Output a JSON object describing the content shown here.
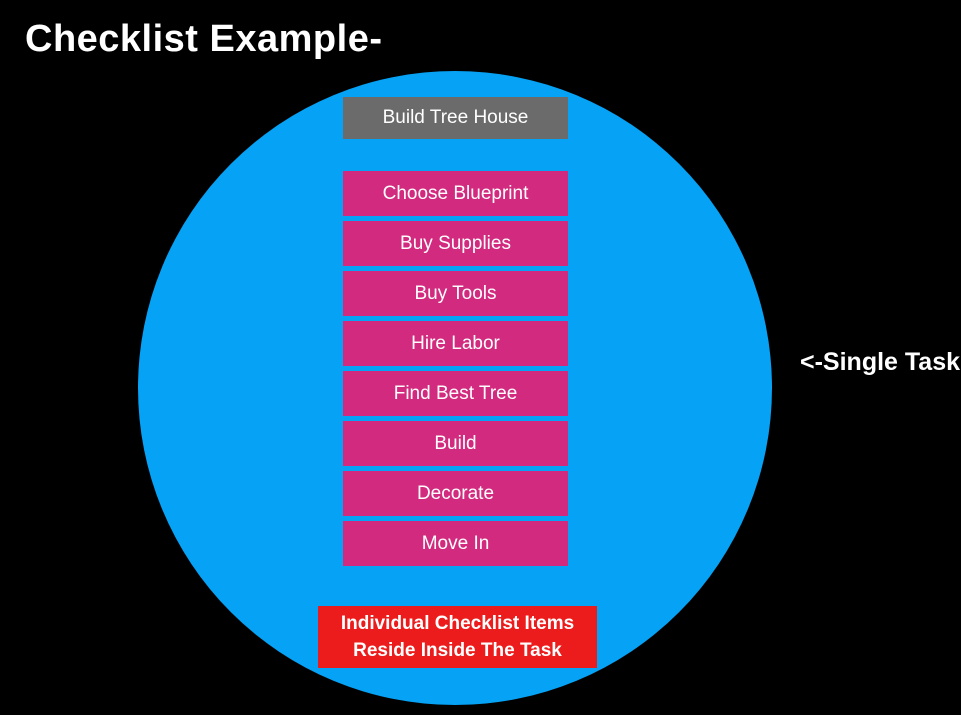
{
  "title": "Checklist Example-",
  "task": {
    "label": "Build Tree House"
  },
  "checklist": {
    "items": [
      {
        "label": "Choose Blueprint"
      },
      {
        "label": "Buy Supplies"
      },
      {
        "label": "Buy Tools"
      },
      {
        "label": "Hire Labor"
      },
      {
        "label": "Find Best Tree"
      },
      {
        "label": "Build"
      },
      {
        "label": "Decorate"
      },
      {
        "label": "Move In"
      }
    ]
  },
  "note": {
    "line1": "Individual Checklist Items",
    "line2": "Reside Inside The Task"
  },
  "annotation": "<-Single Task",
  "colors": {
    "background": "#000000",
    "circle-blue": "#05A2F5",
    "item-pink": "#D22A7E",
    "task-gray": "#6B6B6B",
    "note-red": "#ED1C1C",
    "text-white": "#FFFFFF"
  }
}
